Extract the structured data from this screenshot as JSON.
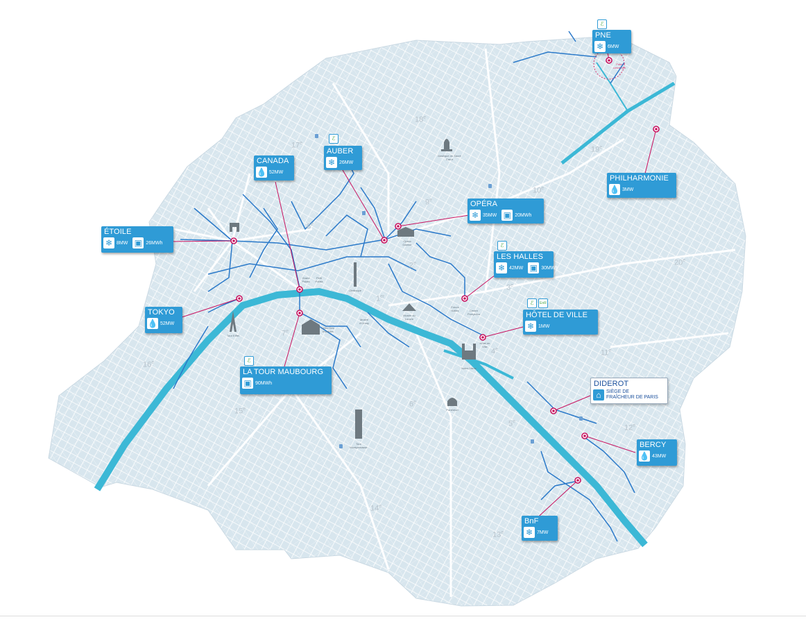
{
  "colors": {
    "map_fill": "#d8e6ee",
    "streets": "#ffffff",
    "river": "#3cb8d6",
    "network": "#2a79c9",
    "station_dot": "#c8125f",
    "leader_line": "#c8125f",
    "callout_bg": "#2f9bd6",
    "landmark": "#6e7980"
  },
  "arrondissements": [
    {
      "num": "1",
      "suffix": "er"
    },
    {
      "num": "2",
      "suffix": "e"
    },
    {
      "num": "3",
      "suffix": "e"
    },
    {
      "num": "4",
      "suffix": "e"
    },
    {
      "num": "5",
      "suffix": "e"
    },
    {
      "num": "6",
      "suffix": "e"
    },
    {
      "num": "7",
      "suffix": "e"
    },
    {
      "num": "8",
      "suffix": "e"
    },
    {
      "num": "9",
      "suffix": "e"
    },
    {
      "num": "10",
      "suffix": "e"
    },
    {
      "num": "11",
      "suffix": "e"
    },
    {
      "num": "12",
      "suffix": "e"
    },
    {
      "num": "13",
      "suffix": "e"
    },
    {
      "num": "14",
      "suffix": "e"
    },
    {
      "num": "15",
      "suffix": "e"
    },
    {
      "num": "16",
      "suffix": "e"
    },
    {
      "num": "17",
      "suffix": "e"
    },
    {
      "num": "18",
      "suffix": "e"
    },
    {
      "num": "19",
      "suffix": "e"
    },
    {
      "num": "20",
      "suffix": "e"
    }
  ],
  "landmarks": {
    "sacre_coeur": "Basilique du Sacré Cœur",
    "opera_garnier": "Opéra Garnier",
    "grand_palais": "Grand Palais",
    "petit_palais": "Petit Palais",
    "obelisque": "Obélisque",
    "tour_eiffel": "Tour Eiffel",
    "hotel_invalides": "Hôtel Des Invalides",
    "musee_orsay": "Musée d'Orsay",
    "musee_louvre": "Musée du Louvre",
    "forum_halles": "Forum Halles",
    "centre_pompidou": "Centre Pompidou",
    "hotel_ville": "Hôtel de Ville",
    "notre_dame": "Notre-Dame",
    "pantheon": "Panthéon",
    "tour_montparnasse": "Tour Montparnasse"
  },
  "pne_note": "Futur connexion",
  "stations": {
    "pne": {
      "name": "PNE",
      "cold": "6MW"
    },
    "auber": {
      "name": "AUBER",
      "cold": "26MW"
    },
    "canada": {
      "name": "CANADA",
      "water": "52MW"
    },
    "philharmonie": {
      "name": "PHILHARMONIE",
      "water": "3MW"
    },
    "opera": {
      "name": "OPÉRA",
      "cold": "35MW",
      "storage": "20MWh"
    },
    "etoile": {
      "name": "ÉTOILE",
      "cold": "8MW",
      "storage": "26MWh"
    },
    "les_halles": {
      "name": "LES HALLES",
      "cold": "42MW",
      "storage": "30MWh"
    },
    "tokyo": {
      "name": "TOKYO",
      "water": "52MW"
    },
    "hotel_de_ville": {
      "name": "HÔTEL DE VILLE",
      "cold": "1MW"
    },
    "la_tour_maubourg": {
      "name": "LA TOUR MAUBOURG",
      "storage": "90MWh"
    },
    "diderot": {
      "name": "DIDEROT",
      "line1": "SIÈGE DE",
      "line2": "FRAÎCHEUR DE PARIS"
    },
    "bercy": {
      "name": "BERCY",
      "water": "43MW"
    },
    "bnf": {
      "name": "BnF",
      "cold": "7MW"
    }
  },
  "icons": {
    "cold": "snowflake-icon",
    "water": "water-drop-icon",
    "storage": "storage-tank-icon",
    "green": "leaf-badge-icon",
    "enr": "enr-badge-icon"
  }
}
